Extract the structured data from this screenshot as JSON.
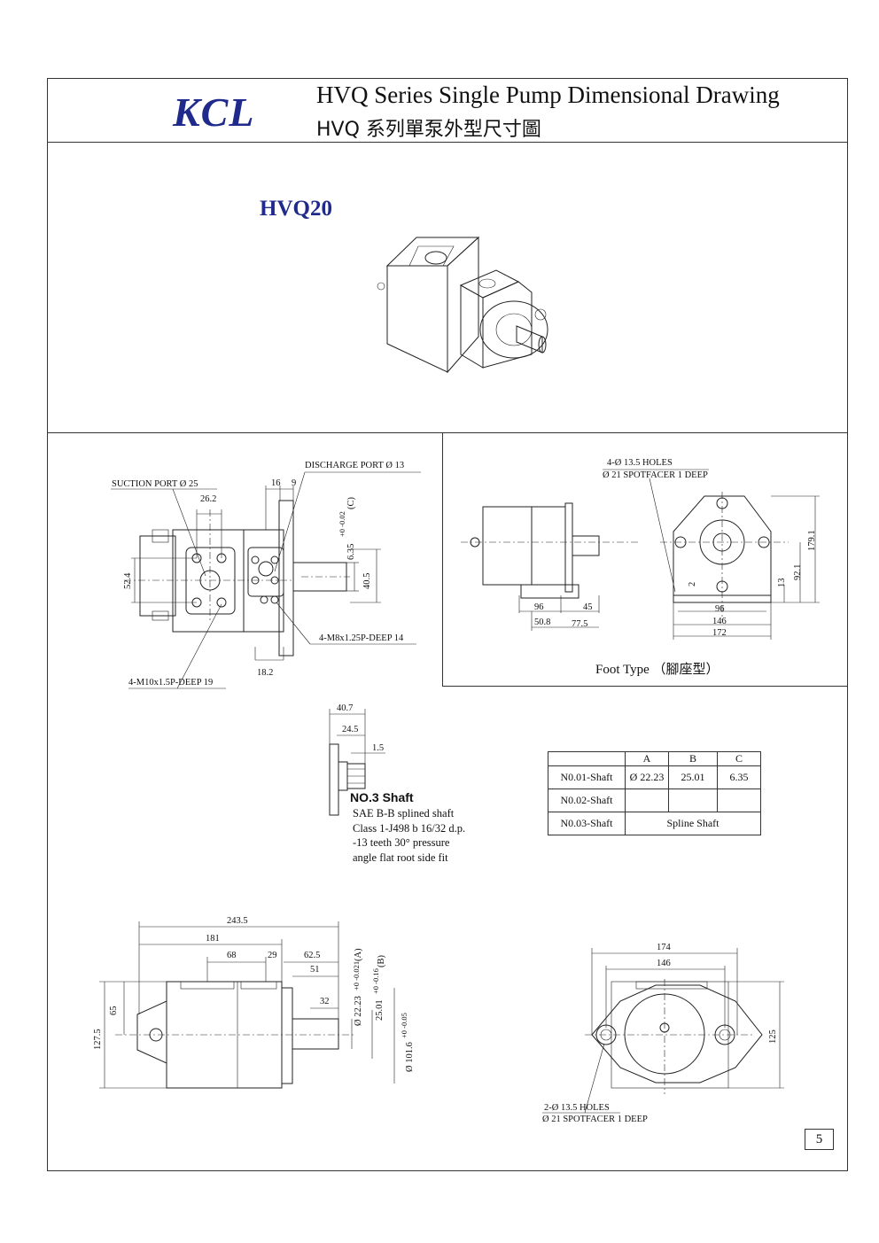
{
  "header": {
    "logo": "KCL",
    "title_en": "HVQ Series Single  Pump Dimensional Drawing",
    "title_zh": "HVQ 系列單泵外型尺寸圖"
  },
  "model": "HVQ20",
  "side_view": {
    "suction_port": "SUCTION PORT Ø 25",
    "discharge_port": "DISCHARGE PORT  Ø 13",
    "d16": "16",
    "d9": "9",
    "d26_2": "26.2",
    "d52_4": "52.4",
    "d6_35": "6.35",
    "tol_6_35": "+0 -0.02",
    "c_mark": "(C)",
    "d40_5": "40.5",
    "m8": "4-M8x1.25P-DEEP 14",
    "m10": "4-M10x1.5P-DEEP 19",
    "d18_2": "18.2"
  },
  "foot_view": {
    "holes": "4-Ø 13.5 HOLES",
    "spotface": "Ø 21 SPOTFACER 1 DEEP",
    "d96a": "96",
    "d45": "45",
    "d50_8": "50.8",
    "d77_5": "77.5",
    "d2": "2",
    "d13": "13",
    "d92_1": "92.1",
    "d179_1": "179.1",
    "d96b": "96",
    "d146": "146",
    "d172": "172",
    "caption": "Foot Type （腳座型）"
  },
  "shaft": {
    "d40_7": "40.7",
    "d24_5": "24.5",
    "d1_5": "1.5",
    "title": "NO.3 Shaft",
    "desc": [
      "SAE B-B splined shaft",
      "Class 1-J498 b 16/32 d.p.",
      "-13 teeth    30° pressure",
      "angle flat root side fit"
    ]
  },
  "spec_table": {
    "headers": [
      "",
      "A",
      "B",
      "C"
    ],
    "rows": [
      [
        "N0.01-Shaft",
        "Ø 22.23",
        "25.01",
        "6.35"
      ],
      [
        "N0.02-Shaft",
        "",
        "",
        ""
      ],
      [
        "N0.03-Shaft",
        "Spline  Shaft"
      ]
    ]
  },
  "flange_side": {
    "d243_5": "243.5",
    "d181": "181",
    "d68": "68",
    "d29": "29",
    "d62_5": "62.5",
    "d51": "51",
    "d32": "32",
    "d65": "65",
    "d127_5": "127.5",
    "d22_23": "Ø 22.23",
    "tol_a": "+0 -0.021",
    "a_mark": "(A)",
    "d25_01": "25.01",
    "tol_b": "+0 -0.16",
    "b_mark": "(B)",
    "d101_6": "Ø 101.6",
    "tol_101": "+0 -0.05"
  },
  "flange_front": {
    "d174": "174",
    "d146": "146",
    "d125": "125",
    "holes": "2-Ø 13.5 HOLES",
    "spotface": "Ø 21 SPOTFACER 1 DEEP"
  },
  "page_number": "5"
}
